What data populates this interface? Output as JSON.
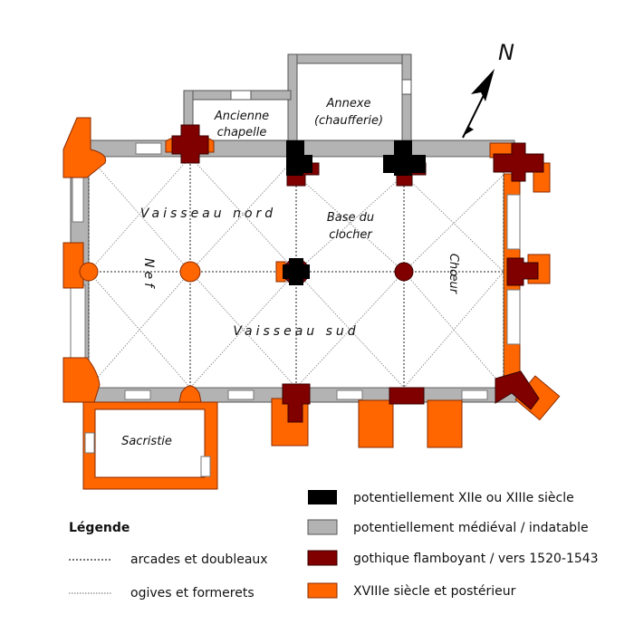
{
  "colors": {
    "black": "#000000",
    "gray": "#b3b3b3",
    "maroon": "#800000",
    "orange": "#ff6600",
    "wall_outline": "#555555"
  },
  "compass": {
    "label": "N"
  },
  "rooms": {
    "ancienne_l1": "Ancienne",
    "ancienne_l2": "chapelle",
    "annexe_l1": "Annexe",
    "annexe_l2": "(chaufferie)",
    "vaisseau_nord": "Vaisseau nord",
    "base_l1": "Base du",
    "base_l2": "clocher",
    "nef": "Nef",
    "choeur": "Chœur",
    "vaisseau_sud": "Vaisseau sud",
    "sacristie": "Sacristie"
  },
  "legend": {
    "title": "Légende",
    "arcades": "arcades et doubleaux",
    "ogives": "ogives et formerets",
    "periods": [
      {
        "label": "potentiellement XIIe ou XIIIe siècle",
        "color": "#000000"
      },
      {
        "label": "potentiellement médiéval / indatable",
        "color": "#b3b3b3"
      },
      {
        "label": "gothique flamboyant / vers 1520-1543",
        "color": "#800000"
      },
      {
        "label": "XVIIIe siècle et postérieur",
        "color": "#ff6600"
      }
    ]
  }
}
